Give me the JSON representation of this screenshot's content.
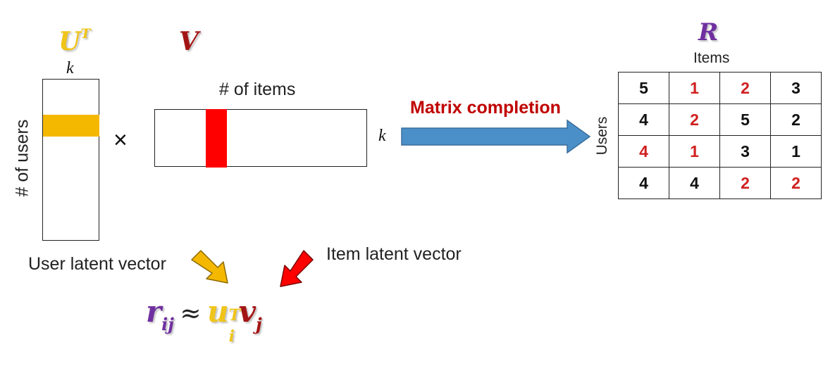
{
  "labels": {
    "ut_base": "U",
    "ut_sup": "T",
    "v": "V",
    "r": "R",
    "k_ut": "k",
    "k_v": "k",
    "num_users": "# of users",
    "num_items": "# of items",
    "items": "Items",
    "users": "Users",
    "matrix_completion": "Matrix completion",
    "times": "×",
    "user_latent_vector": "User latent vector",
    "item_latent_vector": "Item latent vector"
  },
  "formula": {
    "r": "r",
    "r_sub": "ij",
    "approx": "≈",
    "u": "u",
    "u_sub": "i",
    "u_sup": "T",
    "v": "v",
    "v_sub": "j"
  },
  "matrix": {
    "rows": [
      [
        {
          "v": "5",
          "c": "black"
        },
        {
          "v": "1",
          "c": "red"
        },
        {
          "v": "2",
          "c": "red"
        },
        {
          "v": "3",
          "c": "black"
        }
      ],
      [
        {
          "v": "4",
          "c": "black"
        },
        {
          "v": "2",
          "c": "red"
        },
        {
          "v": "5",
          "c": "black"
        },
        {
          "v": "2",
          "c": "black"
        }
      ],
      [
        {
          "v": "4",
          "c": "red"
        },
        {
          "v": "1",
          "c": "red"
        },
        {
          "v": "3",
          "c": "black"
        },
        {
          "v": "1",
          "c": "black"
        }
      ],
      [
        {
          "v": "4",
          "c": "black"
        },
        {
          "v": "4",
          "c": "black"
        },
        {
          "v": "2",
          "c": "red"
        },
        {
          "v": "2",
          "c": "red"
        }
      ]
    ]
  },
  "colors": {
    "user_vector": "#F5B800",
    "item_vector": "#FF0000",
    "u_label": "#F0C419",
    "v_label": "#A31515",
    "r_label": "#7030A0",
    "matrix_completion_text": "#C00000",
    "arrow_blue": "#4A8FC8",
    "matrix_red": "#D02020"
  }
}
